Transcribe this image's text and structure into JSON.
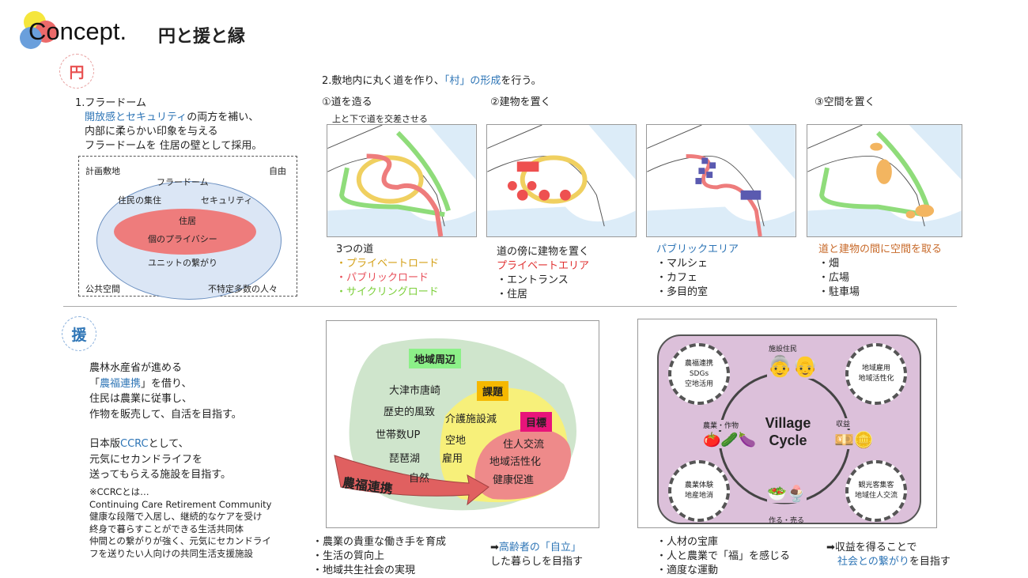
{
  "header": {
    "title": "Concept.",
    "subtitle": "円と援と縁"
  },
  "en": {
    "badge": "円",
    "point1_title": "1.フラードーム",
    "point1_blue": "開放感とセキュリティ",
    "point1_rest": "の両方を補い、",
    "point1_line2": "内部に柔らかい印象を与える",
    "point1_line3": "フラードームを 住居の壁として採用。",
    "diagram": {
      "site": "計画敷地",
      "free": "自由",
      "dome": "フラードーム",
      "gather": "住民の集住",
      "security": "セキュリティ",
      "housing": "住居",
      "privacy": "個のプライバシー",
      "unit": "ユニットの繋がり",
      "public": "公共空間",
      "people": "不特定多数の人々"
    },
    "point2_a": "2.敷地内に丸く道を作り、",
    "point2_blue": "「村」の形成",
    "point2_b": "を行う。",
    "steps": [
      {
        "label": "①道を造る",
        "note": "上と下で道を交差させる",
        "heading": "3つの道",
        "items": [
          "・プライベートロード",
          "・パブリックロード",
          "・サイクリングロード"
        ]
      },
      {
        "label": "②建物を置く",
        "heading": "道の傍に建物を置く",
        "subheading": "プライベートエリア",
        "items": [
          "・エントランス",
          "・住居"
        ]
      },
      {
        "heading": "パブリックエリア",
        "items": [
          "・マルシェ",
          "・カフェ",
          "・多目的室"
        ]
      },
      {
        "label": "③空間を置く",
        "heading": "道と建物の間に空間を取る",
        "items": [
          "・畑",
          "・広場",
          "・駐車場"
        ]
      }
    ]
  },
  "en2": {
    "badge": "援",
    "lines": [
      "農林水産省が進める"
    ],
    "quote_open": "「",
    "quote_blue": "農福連携",
    "quote_close": "」を借り、",
    "lines2": [
      "住民は農業に従事し、",
      "作物を販売して、自活を目指す。"
    ],
    "ccrc_blue": "CCRC",
    "ccrc_pre": "日本版",
    "ccrc_post": "として、",
    "lines3": [
      "元気にセカンドライフを",
      "送ってもらえる施設を目指す。"
    ],
    "note": [
      "※CCRCとは…",
      "Continuing Care Retirement Community",
      "健康な段階で入居し、継続的なケアを受け",
      "終身で暮らすことができる生活共同体",
      "仲間との繋がりが強く、元気にセカンドライ",
      "フを送りたい人向けの共同生活支援施設"
    ],
    "venn": {
      "region": "地域周辺",
      "region_items": [
        "大津市唐崎",
        "歴史的風致",
        "世帯数UP",
        "琵琶湖",
        "自然"
      ],
      "issues": "課題",
      "issue_items": [
        "介護施設減",
        "空地",
        "雇用"
      ],
      "goals": "目標",
      "goal_items": [
        "住人交流",
        "地域活性化",
        "健康促進"
      ],
      "arrow": "農福連携"
    },
    "venn_bullets": [
      "・農業の貴重な働き手を育成",
      "・生活の質向上",
      "・地域共生社会の実現"
    ],
    "venn_conclusion": {
      "arrow": "➡",
      "blue": "高齢者の「自立」",
      "rest": "した暮らしを目指す"
    },
    "cycle": {
      "title1": "Village",
      "title2": "Cycle",
      "top": "施設住民",
      "left": "農業・作物",
      "right": "収益",
      "bottom": "作る・売る",
      "tl": [
        "農福連携",
        "SDGs",
        "空地活用"
      ],
      "tr": [
        "地域雇用",
        "地域活性化"
      ],
      "bl": [
        "農業体験",
        "地産地消"
      ],
      "br": [
        "観光客集客",
        "地域住人交流"
      ]
    },
    "cycle_bullets": [
      "・人材の宝庫",
      "・人と農業で「福」を感じる",
      "・適度な運動"
    ],
    "cycle_conclusion": {
      "line1": "➡収益を得ることで",
      "blue": "社会との繋がり",
      "rest": "を目指す"
    }
  },
  "colors": {
    "blue": "#2e75b6",
    "red": "#e03030",
    "orange": "#c86a2a",
    "purple_bg": "#dcc0da"
  }
}
